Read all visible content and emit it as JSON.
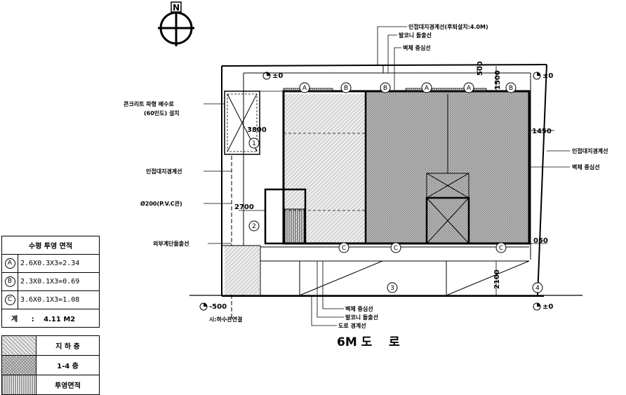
{
  "north_label": "N",
  "labels": {
    "boundary_top": "인접대지경계선(후퇴설치:4.0M)",
    "balcony_top": "발코니 돌출선",
    "wall_top": "벽체 중심선",
    "dim_500": "500",
    "dim_1500": "1500",
    "level_top_left": "±0",
    "level_top_right": "±0",
    "concrete_line1": "콘크리트 파형 배수로",
    "concrete_line2": "(60인도) 설치",
    "dim_3800": "3800",
    "dim_1450": "1450",
    "boundary_right": "인접대지경계선",
    "wall_right": "벽체 중심선",
    "boundary_left": "인접대지경계선",
    "pipe": "Ø200(P.V.C관)",
    "dim_2700": "2700",
    "stair_line": "외부계단돌출선",
    "dim_050": "050",
    "dim_2100": "2100",
    "level_bottom_left": "-500",
    "level_bottom_right": "±0",
    "manhole": "시:하수관연결",
    "wall_bottom": "벽체 중심선",
    "balcony_bottom": "발코니 돌출선",
    "road_line": "도로 경계선",
    "road": "6M 도    로",
    "marker_a1": "A",
    "marker_b1": "B",
    "marker_b2": "B",
    "marker_a2": "A",
    "marker_a3": "A",
    "marker_b3": "B",
    "marker_c1": "C",
    "marker_c2": "C",
    "marker_c3": "C",
    "num_1": "1",
    "num_2": "2",
    "num_3": "3",
    "num_4": "4"
  },
  "area_table": {
    "title": "수평 투영 면적",
    "rows": [
      {
        "mark": "A",
        "formula": "2.6X0.3X3=2.34"
      },
      {
        "mark": "B",
        "formula": "2.3X0.1X3=0.69"
      },
      {
        "mark": "C",
        "formula": "3.6X0.1X3=1.08"
      }
    ],
    "total_label": "계",
    "total_sep": ":",
    "total_value": "4.11 M2"
  },
  "legend": [
    {
      "label": "지 하 층",
      "pattern": "light-hatch"
    },
    {
      "label": "1-4 층",
      "pattern": "cross-hatch"
    },
    {
      "label": "투영면적",
      "pattern": "vertical-lines"
    }
  ]
}
